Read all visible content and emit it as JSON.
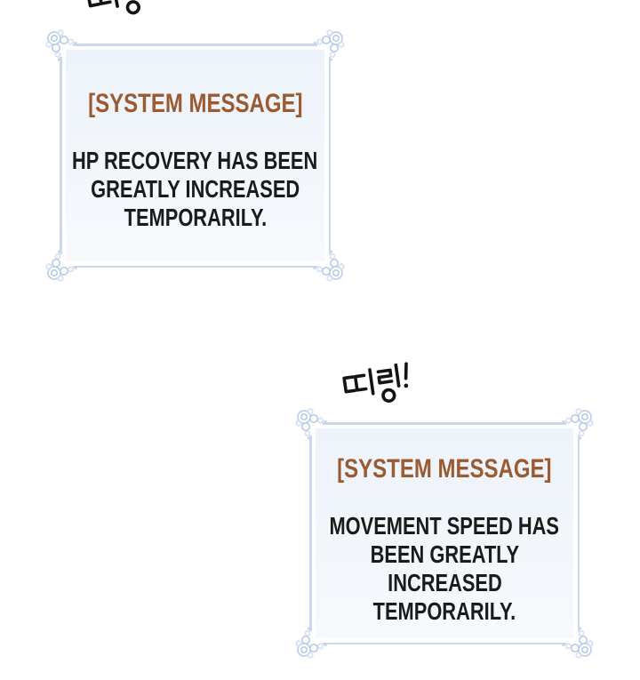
{
  "sfx": {
    "top": "띠링!",
    "bottom": "띠링!"
  },
  "boxes": {
    "hp": {
      "title": "[SYSTEM MESSAGE]",
      "lines": [
        "HP RECOVERY HAS BEEN",
        "GREATLY INCREASED",
        "TEMPORARILY."
      ]
    },
    "speed": {
      "title": "[SYSTEM MESSAGE]",
      "lines": [
        "MOVEMENT SPEED HAS",
        "BEEN GREATLY",
        "INCREASED",
        "TEMPORARILY."
      ]
    }
  },
  "colors": {
    "system_title_brown": "#9a5a32",
    "message_text": "#1b1b1b",
    "frame_border": "#ccd9ec",
    "panel_fill": "#f0f5fb",
    "corner_flourish": "#b7cbe8",
    "sfx_ink": "#141414",
    "page_background": "#ffffff"
  }
}
